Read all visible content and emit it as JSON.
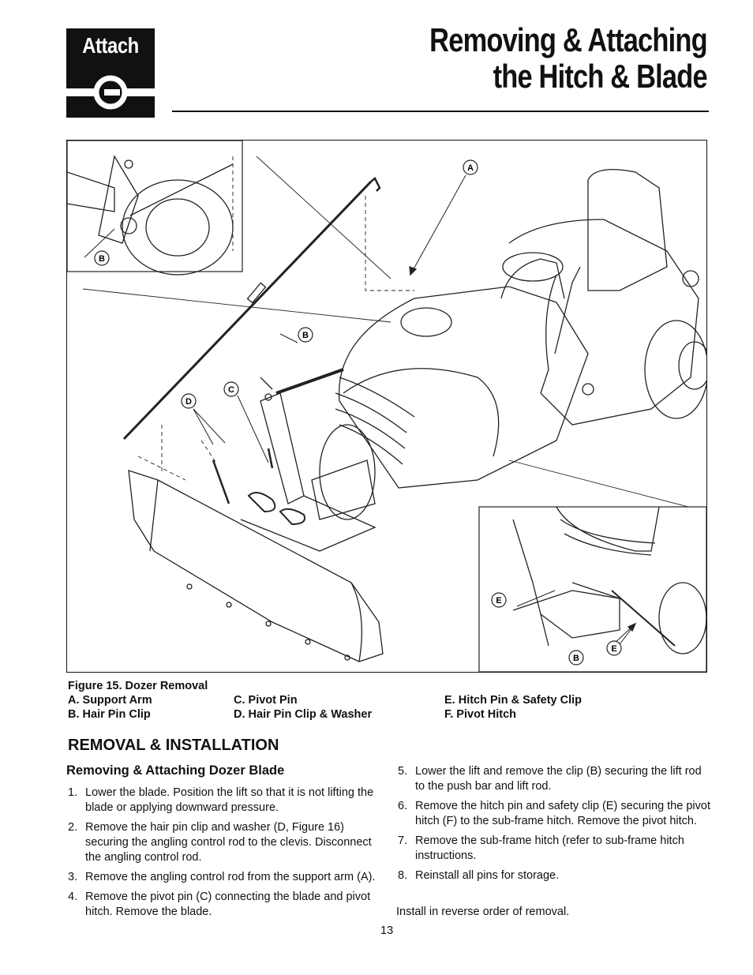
{
  "logo": {
    "text": "Attach",
    "icon": "hitch-connector-icon"
  },
  "title": {
    "line1": "Removing & Attaching",
    "line2": "the Hitch & Blade"
  },
  "figure": {
    "callouts": {
      "a": "A",
      "b": "B",
      "c": "C",
      "d": "D",
      "e": "E"
    },
    "caption_title": "Figure 15.  Dozer Removal",
    "legend": [
      [
        "A.  Support Arm",
        "B.  Hair Pin Clip"
      ],
      [
        "C. Pivot Pin",
        "D. Hair Pin Clip & Washer"
      ],
      [
        "E. Hitch Pin & Safety Clip",
        "F.  Pivot Hitch"
      ]
    ]
  },
  "section_heading": "REMOVAL & INSTALLATION",
  "sub_heading": "Removing & Attaching Dozer Blade",
  "steps_left": [
    {
      "num": "1.",
      "text": "Lower the blade.  Position the lift so that it is not lifting the blade or applying downward pressure."
    },
    {
      "num": "2.",
      "text": "Remove the hair pin clip and washer (D, Figure 16) securing the angling control rod to the clevis. Disconnect the angling control rod."
    },
    {
      "num": "3.",
      "text": "Remove the angling control rod from the support arm (A)."
    },
    {
      "num": "4.",
      "text": "Remove the pivot pin (C) connecting the blade and pivot hitch.  Remove the blade."
    }
  ],
  "steps_right": [
    {
      "num": "5.",
      "text": "Lower the lift and remove the clip (B) securing the lift rod to the push bar and lift rod."
    },
    {
      "num": "6.",
      "text": "Remove the hitch pin and safety clip (E) securing the pivot hitch (F) to the sub-frame hitch.  Remove the pivot hitch."
    },
    {
      "num": "7.",
      "text": "Remove the sub-frame hitch (refer to sub-frame hitch instructions."
    },
    {
      "num": "8.",
      "text": "Reinstall all pins for storage."
    }
  ],
  "closing": "Install in reverse order of removal.",
  "page_number": "13"
}
